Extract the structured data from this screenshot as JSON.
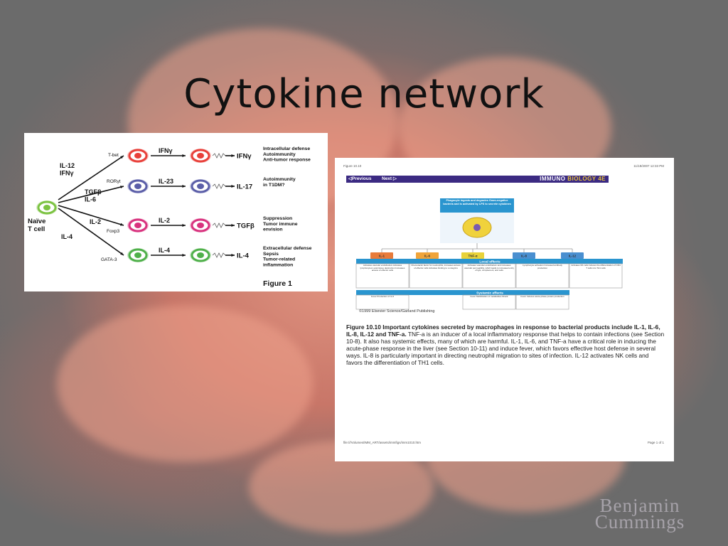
{
  "slide": {
    "title": "Cytokine network",
    "watermark_line1": "Benjamin",
    "watermark_line2": "Cummings"
  },
  "figure1": {
    "start_cell": "Naïve\nT cell",
    "label": "Figure 1",
    "branches": [
      {
        "signals": "IL-12\nIFNγ",
        "tf": "T-bet",
        "mid_label": "IFNγ",
        "product": "IFNγ",
        "outcome": "Intracellular defense\nAutoimmunity\nAnti-tumor response",
        "color": "#e8403a"
      },
      {
        "signals": "TGFβ\nIL-6",
        "tf": "RORγt",
        "mid_label": "IL-23",
        "product": "IL-17",
        "outcome": "Autoimmunity\nin T1DM?",
        "color": "#5b5ea8"
      },
      {
        "signals": "IL-2",
        "tf": "Foxp3",
        "mid_label": "IL-2",
        "product": "TGFβ",
        "outcome": "Suppression\nTumor immune\nenvision",
        "color": "#d8327e"
      },
      {
        "signals": "IL-4",
        "tf": "GATA-3",
        "mid_label": "IL-4",
        "product": "IL-4",
        "outcome": "Extracellular defense\nSepsis\nTumor-related\ninflammation",
        "color": "#4fb04a"
      }
    ]
  },
  "figure2": {
    "header_left": "Figure 10.10",
    "header_right": "11/19/2007 12:33 PM",
    "nav_previous": "◁Previous",
    "nav_next": "Next ▷",
    "brand_main": "IMMUNO",
    "brand_accent": "BIOLOGY 4E",
    "top_box": "Phagocyte ingests and degrades Gram-negative bacteria and is activated by LPS to secrete cytokines",
    "cytokines": [
      "IL-1",
      "IL-6",
      "TNF-α",
      "IL-8",
      "IL-12"
    ],
    "local_effects_label": "Local effects",
    "local_effects": [
      "Activates vascular endothelium Activates lymphocytes Local tissue destruction Increases access of effector cells",
      "Chemotactic factor for neutrophils, increases access of effector cells Activates binding to L-integrins",
      "Activates vascular endothelium and increases vascular permeability, which leads to increased entry of IgG, complement, and cells",
      "Lymphocyte activation Increased antibody production",
      "Activates NK cells Induces the differentiation of CD4 T cells into TH1 cells"
    ],
    "systemic_effects_label": "Systemic effects",
    "systemic_effects": [
      "Fever Production of IL-6",
      "Fever Mobilization of metabolites Shock",
      "Fever Induces acute-phase protein production"
    ],
    "copyright": "©1999 Elsevier Science/Garland Publishing",
    "caption_bold": "Figure 10.10 Important cytokines secreted by macrophages in response to bacterial products include IL-1, IL-6, IL-8, IL-12 and TNF-a.",
    "caption_text": " TNF-a is an inducer of a local inflammatory response that helps to contain infections (see Section 10-8). It also has systemic effects, many of which are harmful. IL-1, IL-6, and TNF-a have a critical role in inducing the acute-phase response in the liver (see Section 10-11) and induce fever, which favors effective host defense in several ways. IL-8 is particularly important in directing neutrophil migration to sites of infection. IL-12 activates NK cells and favors the differentiation of TH1 cells.",
    "footer_left": "file:///Volumes/IMM_ART/assets/immfigs/imm1010.htm",
    "footer_right": "Page 1 of 1",
    "colors": [
      "#e87b3a",
      "#f0a43a",
      "#e8d23a",
      "#4a8fd0",
      "#4a8fd0"
    ]
  }
}
